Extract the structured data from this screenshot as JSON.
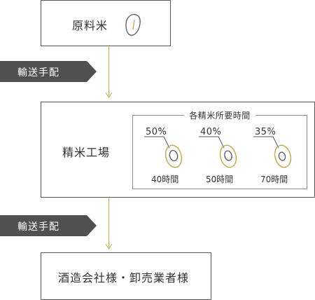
{
  "raw_rice": {
    "label": "原料米"
  },
  "transport_1": {
    "label": "輸送手配"
  },
  "milling": {
    "label": "精米工場",
    "panel_title": "各精米所要時間",
    "stages": [
      {
        "ratio": "50%",
        "time": "40時間",
        "polish_fraction": 0.5
      },
      {
        "ratio": "40%",
        "time": "50時間",
        "polish_fraction": 0.4
      },
      {
        "ratio": "35%",
        "time": "70時間",
        "polish_fraction": 0.35
      }
    ]
  },
  "transport_2": {
    "label": "輸送手配"
  },
  "customers": {
    "label": "酒造会社様・卸売業者様"
  },
  "colors": {
    "box_border": "#595959",
    "transport_fill": "#505050",
    "connector_gold": "#c9a94d",
    "panel_border": "#8c8c8c",
    "grain_core": "#595959",
    "text": "#333333"
  },
  "icons": [
    "rice-grain-icon",
    "polished-grain-icon",
    "arrow-down-icon"
  ]
}
